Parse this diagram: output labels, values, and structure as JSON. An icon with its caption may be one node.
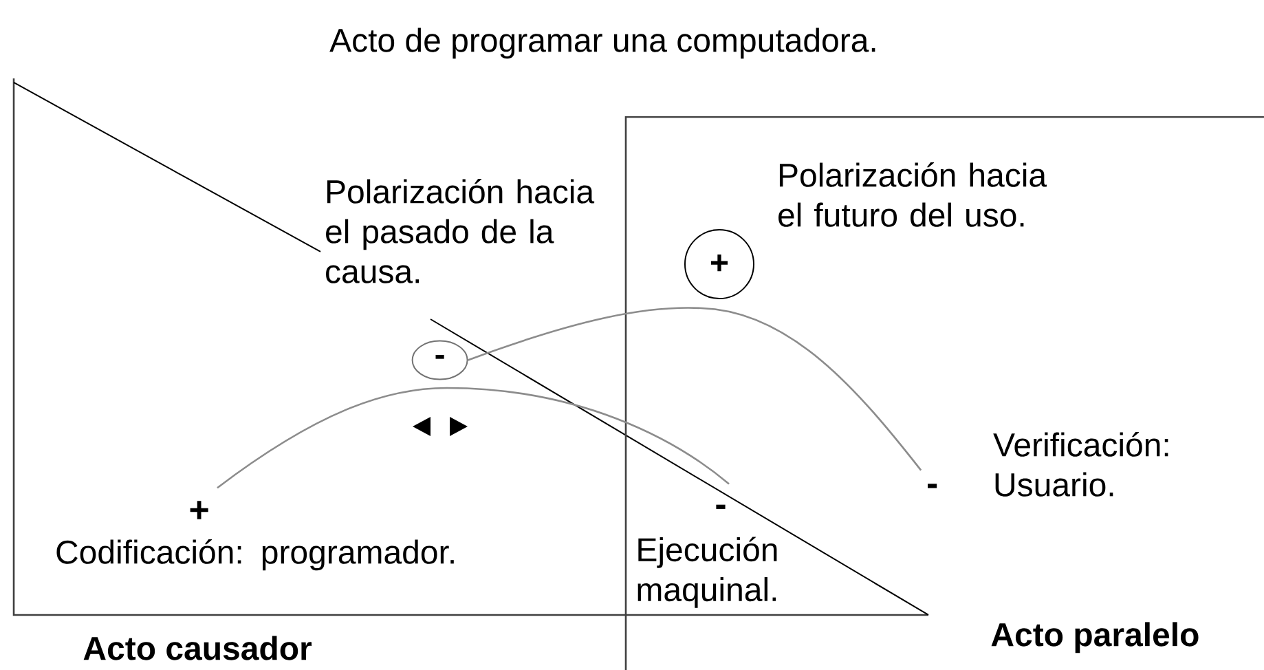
{
  "diagram": {
    "title": "Acto de programar una computadora.",
    "nodes": [
      {
        "text": [
          "Acto causador"
        ]
      },
      {
        "text": [
          "Acto paralelo"
        ]
      },
      {
        "text": [
          "Polarización hacia el pasado de la causa."
        ],
        "in": 0
      },
      {
        "text": [
          "-"
        ],
        "in": 0
      },
      {
        "text": [
          "+"
        ]
      },
      {
        "text": [
          "Polarización hacia el futuro del uso."
        ],
        "in": 1
      },
      {
        "text": [
          "+",
          "Codificación: programador."
        ],
        "in": 0
      },
      {
        "text": [
          "-",
          "Ejecución maquinal."
        ]
      },
      {
        "text": [
          "-",
          "Verificación: Usuario."
        ],
        "in": 1
      }
    ],
    "edges": [
      {
        "from": 6,
        "to": 7,
        "arrow": "none"
      },
      {
        "from": 3,
        "to": 8,
        "arrow": "none"
      }
    ]
  }
}
